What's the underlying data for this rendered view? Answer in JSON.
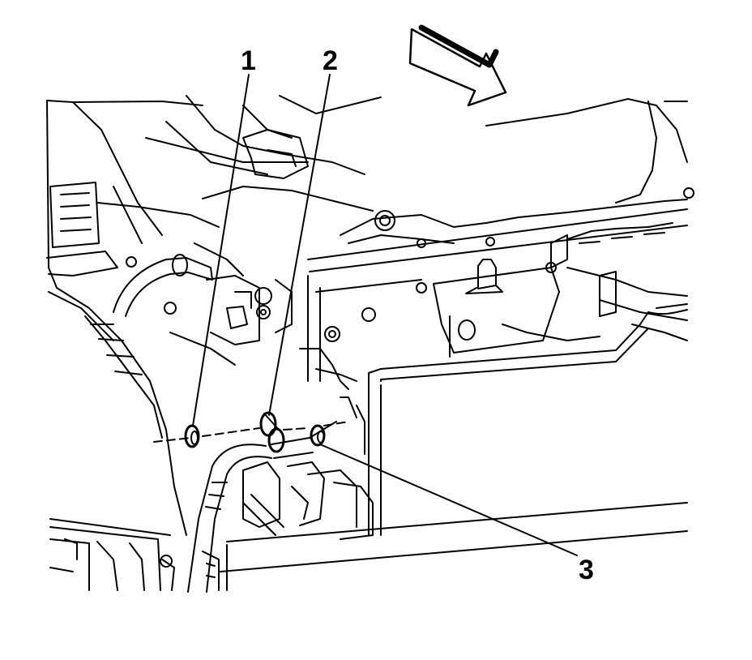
{
  "callouts": [
    {
      "number": "1"
    },
    {
      "number": "2"
    },
    {
      "number": "3"
    }
  ],
  "direction_arrow": {
    "icon": "forward-arrow-icon"
  },
  "colors": {
    "line": "#000000",
    "background": "#ffffff"
  }
}
